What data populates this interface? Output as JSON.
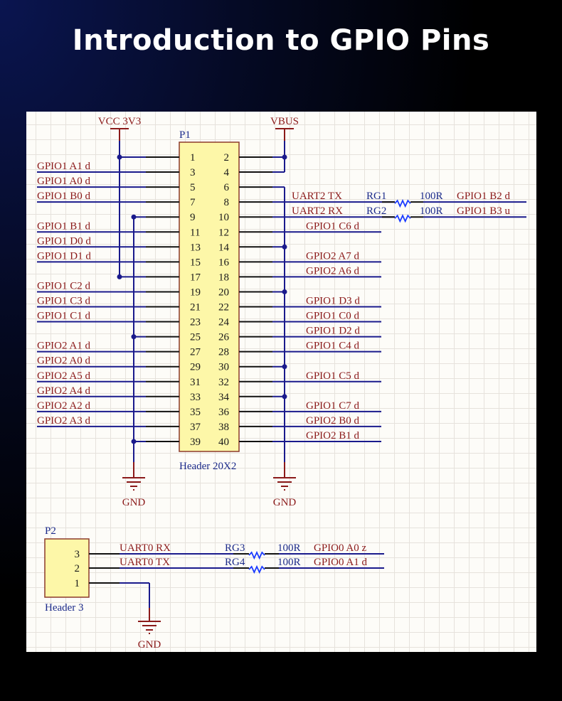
{
  "title": "Introduction to GPIO Pins",
  "colors": {
    "wire": "#1a1a8c",
    "pin": "#111111",
    "net_label": "#8b1a1a",
    "designator": "#1b2a8a",
    "component_fill": "#fdf7a8",
    "component_border": "#8b3a2a",
    "power": "#8b1a1a",
    "resistor": "#1a3aff"
  },
  "power_ports": {
    "vcc": "VCC_3V3",
    "vbus": "VBUS",
    "gnd": "GND"
  },
  "p1": {
    "designator": "P1",
    "comment": "Header 20X2",
    "left_pins": [
      "1",
      "3",
      "5",
      "7",
      "9",
      "11",
      "13",
      "15",
      "17",
      "19",
      "21",
      "23",
      "25",
      "27",
      "29",
      "31",
      "33",
      "35",
      "37",
      "39"
    ],
    "right_pins": [
      "2",
      "4",
      "6",
      "8",
      "10",
      "12",
      "14",
      "16",
      "18",
      "20",
      "22",
      "24",
      "26",
      "28",
      "30",
      "32",
      "34",
      "36",
      "38",
      "40"
    ],
    "left_nets": [
      "VCC_3V3",
      "GPIO1_A1_d",
      "GPIO1_A0_d",
      "GPIO1_B0_d",
      "GND",
      "GPIO1_B1_d",
      "GPIO1_D0_d",
      "GPIO1_D1_d",
      "VCC_3V3",
      "GPIO1_C2_d",
      "GPIO1_C3_d",
      "GPIO1_C1_d",
      "GND",
      "GPIO2_A1_d",
      "GPIO2_A0_d",
      "GPIO2_A5_d",
      "GPIO2_A4_d",
      "GPIO2_A2_d",
      "GPIO2_A3_d",
      "GND"
    ],
    "right_nets": [
      "VBUS",
      "VBUS",
      "GND",
      "UART2_TX",
      "UART2_RX",
      "GPIO1_C6_d",
      "GND",
      "GPIO2_A7_d",
      "GPIO2_A6_d",
      "GND",
      "GPIO1_D3_d",
      "GPIO1_C0_d",
      "GPIO1_D2_d",
      "GPIO1_C4_d",
      "GND",
      "GPIO1_C5_d",
      "GND",
      "GPIO1_C7_d",
      "GPIO2_B0_d",
      "GPIO2_B1_d"
    ]
  },
  "p1_uart": [
    {
      "net": "UART2_TX",
      "resistor": "RG1",
      "value": "100R",
      "out_net": "GPIO1_B2_d"
    },
    {
      "net": "UART2_RX",
      "resistor": "RG2",
      "value": "100R",
      "out_net": "GPIO1_B3_u"
    }
  ],
  "p2": {
    "designator": "P2",
    "comment": "Header 3",
    "pins": [
      "3",
      "2",
      "1"
    ],
    "nets": [
      {
        "net": "UART0_RX",
        "resistor": "RG3",
        "value": "100R",
        "out_net": "GPIO0_A0_z"
      },
      {
        "net": "UART0_TX",
        "resistor": "RG4",
        "value": "100R",
        "out_net": "GPIO0_A1_d"
      }
    ],
    "pin1_net": "GND"
  }
}
